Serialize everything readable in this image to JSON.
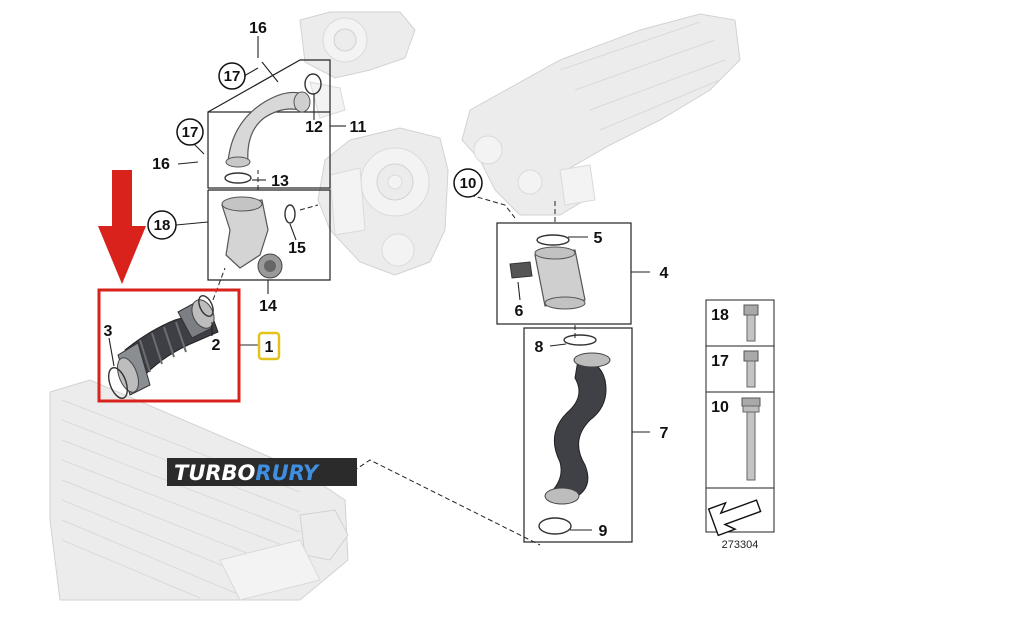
{
  "callouts": {
    "c1": "1",
    "c2": "2",
    "c3": "3",
    "c4": "4",
    "c5": "5",
    "c6": "6",
    "c7": "7",
    "c8": "8",
    "c9": "9",
    "c10": "10",
    "c11": "11",
    "c12": "12",
    "c13": "13",
    "c14": "14",
    "c15": "15",
    "c16": "16",
    "c17": "17",
    "c18": "18"
  },
  "legend": {
    "label_18": "18",
    "label_17": "17",
    "label_10": "10",
    "ref_number": "273304"
  },
  "watermark": {
    "part1": "TURBO",
    "part2": "RURY"
  },
  "highlight": {
    "arrow_color": "#d9221c",
    "box_color": "#d9221c",
    "badge_color": "#e3c21a"
  }
}
